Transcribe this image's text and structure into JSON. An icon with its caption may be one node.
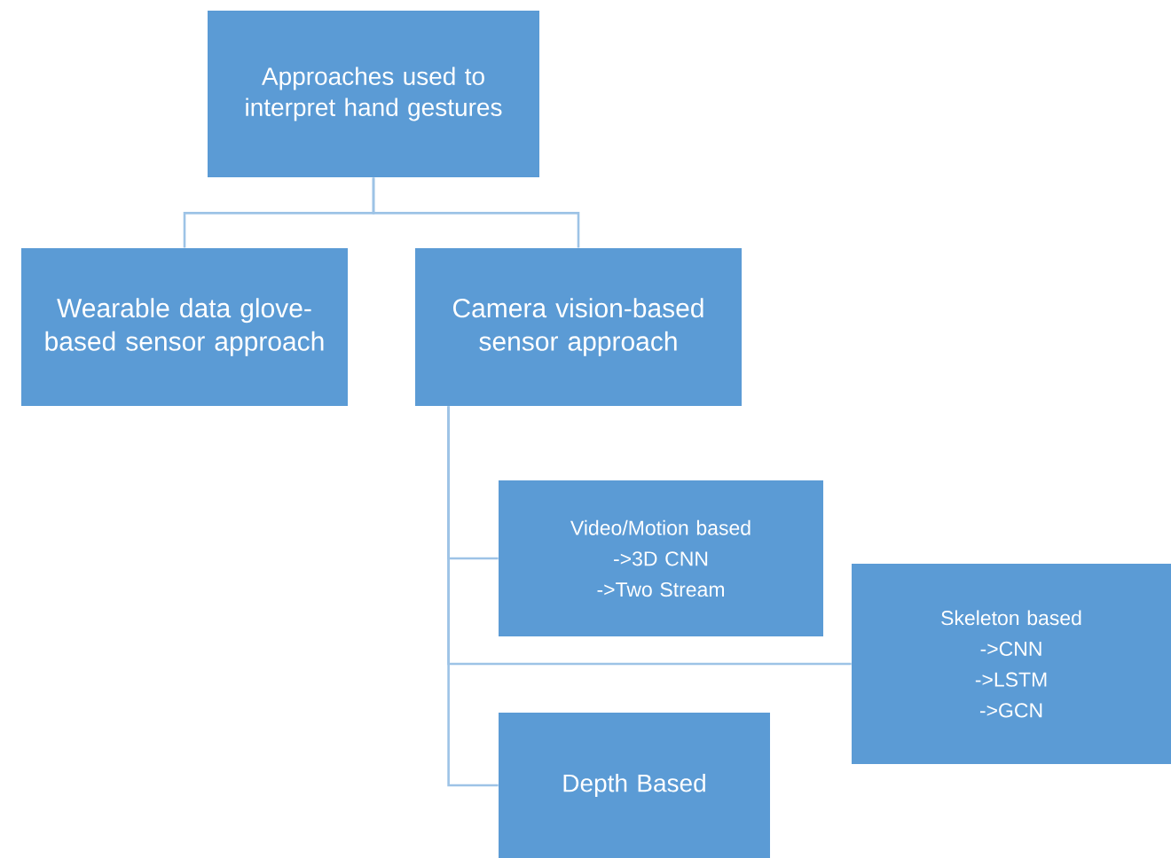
{
  "diagram": {
    "nodes": [
      {
        "text": [
          "Approaches used to interpret hand gestures"
        ]
      },
      {
        "text": [
          "Wearable data glove-based sensor approach"
        ]
      },
      {
        "text": [
          "Camera vision-based sensor approach"
        ]
      },
      {
        "text": [
          "Video/Motion based",
          "->3D CNN",
          "->Two Stream"
        ]
      },
      {
        "text": [
          "Skeleton based",
          "->CNN",
          "->LSTM",
          "->GCN"
        ]
      },
      {
        "text": [
          "Depth Based"
        ]
      }
    ],
    "edges": [
      {
        "from": 0,
        "to": 1,
        "arrow": "none"
      },
      {
        "from": 0,
        "to": 2,
        "arrow": "none"
      },
      {
        "from": 2,
        "to": 3,
        "arrow": "none"
      },
      {
        "from": 2,
        "to": 4,
        "arrow": "none"
      },
      {
        "from": 2,
        "to": 5,
        "arrow": "none"
      }
    ]
  }
}
